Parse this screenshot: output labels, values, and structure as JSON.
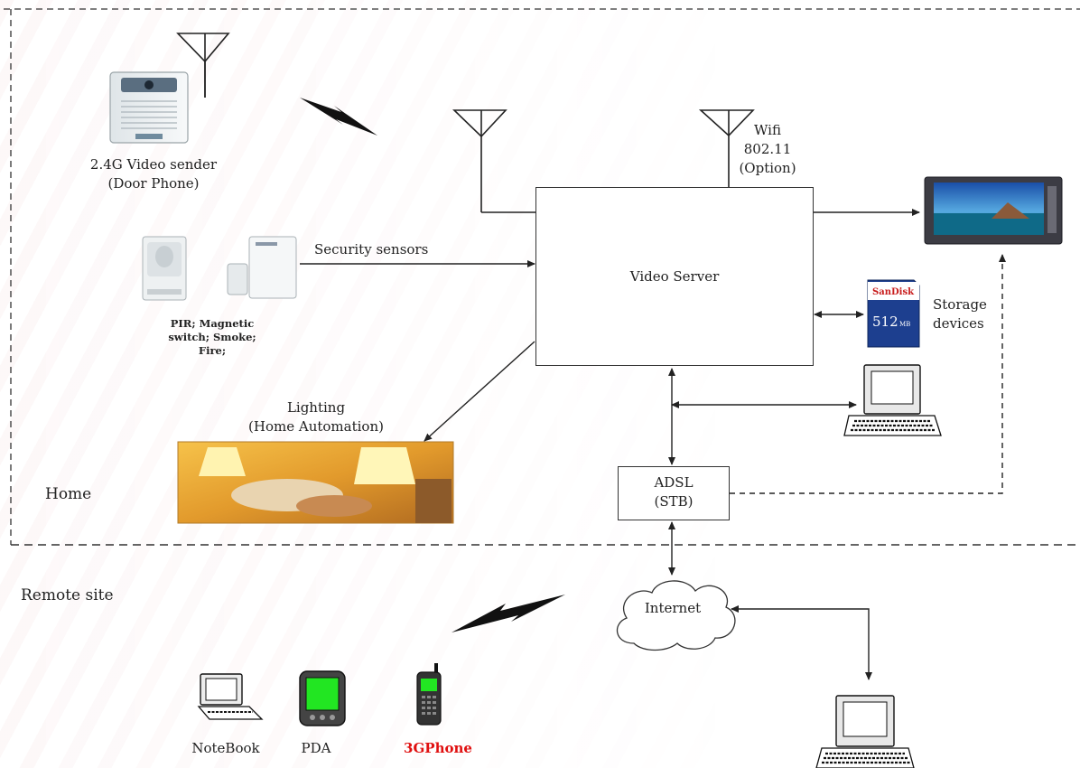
{
  "zones": {
    "home": "Home",
    "remote": "Remote site"
  },
  "nodes": {
    "video_sender": "2.4G Video sender\n(Door Phone)",
    "wifi": "Wifi\n802.11\n(Option)",
    "video_server": "Video Server",
    "security_sensors": "Security sensors",
    "sensors_caption": "PIR; Magnetic\nswitch; Smoke;\nFire;",
    "storage": "Storage\ndevices",
    "lighting": "Lighting\n(Home Automation)",
    "adsl": "ADSL\n(STB)",
    "internet": "Internet"
  },
  "remote_devices": {
    "notebook": "NoteBook",
    "pda": "PDA",
    "phone": "3GPhone"
  },
  "sd_card": {
    "brand": "SanDisk",
    "capacity": "512",
    "unit": "MB"
  },
  "colors": {
    "phone_label": "#e01010",
    "pda_screen": "#22e622",
    "line": "#222222"
  }
}
